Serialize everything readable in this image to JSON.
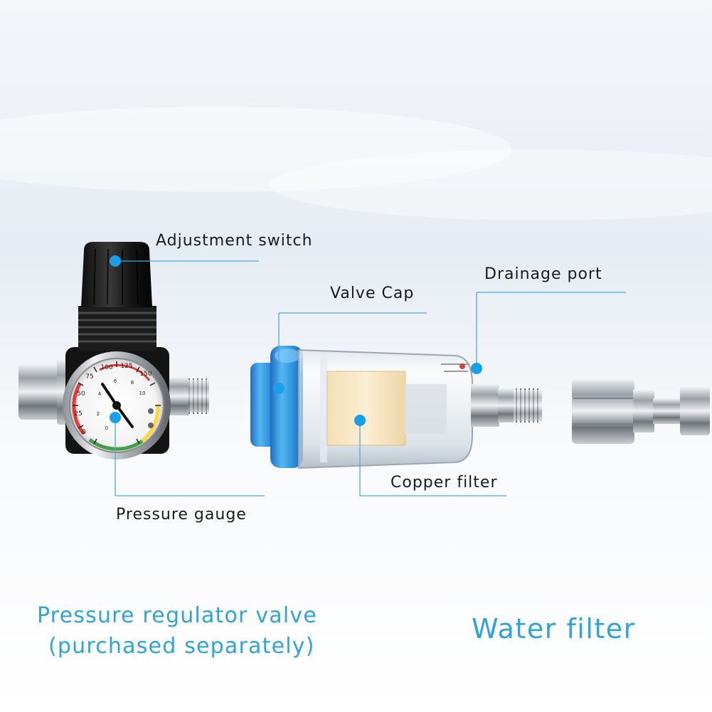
{
  "callouts": {
    "adjustment_switch": "Adjustment switch",
    "valve_cap": "Valve Cap",
    "drainage_port": "Drainage port",
    "copper_filter": "Copper filter",
    "pressure_gauge": "Pressure gauge"
  },
  "captions": {
    "regulator_line1": "Pressure regulator valve",
    "regulator_line2": "(purchased separately)",
    "water_filter": "Water filter"
  },
  "gauge": {
    "ticks_outer": [
      "0",
      "25",
      "50",
      "75",
      "100",
      "125",
      "150"
    ],
    "ticks_inner": [
      "0",
      "2",
      "4",
      "6",
      "8",
      "10"
    ]
  },
  "colors": {
    "accent": "#1a9fea",
    "caption": "#2ea3dc",
    "filter_cap": "#2f8fdc",
    "label_text": "#1a1a1a"
  }
}
